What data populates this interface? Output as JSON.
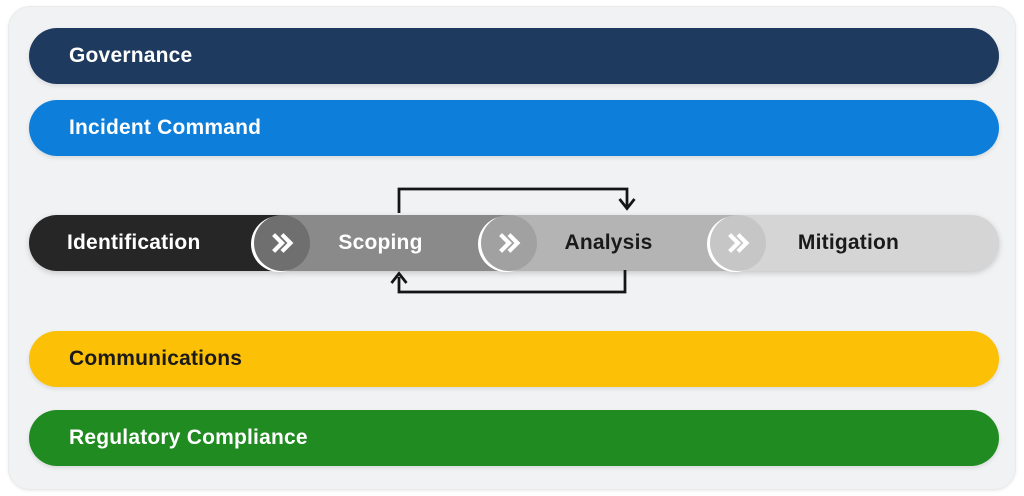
{
  "page": {
    "background": "#ffffff",
    "card_background": "#f1f2f3"
  },
  "layers": [
    {
      "id": "governance",
      "label": "Governance",
      "bg": "#1f3a5f",
      "text_color": "#ffffff"
    },
    {
      "id": "incident-command",
      "label": "Incident Command",
      "bg": "#0d7fdb",
      "text_color": "#ffffff"
    },
    {
      "id": "communications",
      "label": "Communications",
      "bg": "#fcc006",
      "text_color": "#1a1a1a"
    },
    {
      "id": "regulatory-compliance",
      "label": "Regulatory Compliance",
      "bg": "#1f8b21",
      "text_color": "#ffffff"
    }
  ],
  "process_flow": {
    "stages": [
      {
        "label": "Identification",
        "bg": "#262626",
        "text_color": "#ffffff"
      },
      {
        "label": "Scoping",
        "bg": "#8a8a8a",
        "text_color": "#ffffff"
      },
      {
        "label": "Analysis",
        "bg": "#b4b4b4",
        "text_color": "#1a1a1a"
      },
      {
        "label": "Mitigation",
        "bg": "#d5d5d5",
        "text_color": "#1a1a1a"
      }
    ],
    "connectors": [
      {
        "icon": "double-chevron-right-icon",
        "bg": "#6f6f6f"
      },
      {
        "icon": "double-chevron-right-icon",
        "bg": "#a1a1a1"
      },
      {
        "icon": "double-chevron-right-icon",
        "bg": "#c6c6c6"
      }
    ],
    "feedback_loop": {
      "between": [
        "Scoping",
        "Analysis"
      ],
      "direction": "bidirectional",
      "color": "#151515"
    }
  }
}
